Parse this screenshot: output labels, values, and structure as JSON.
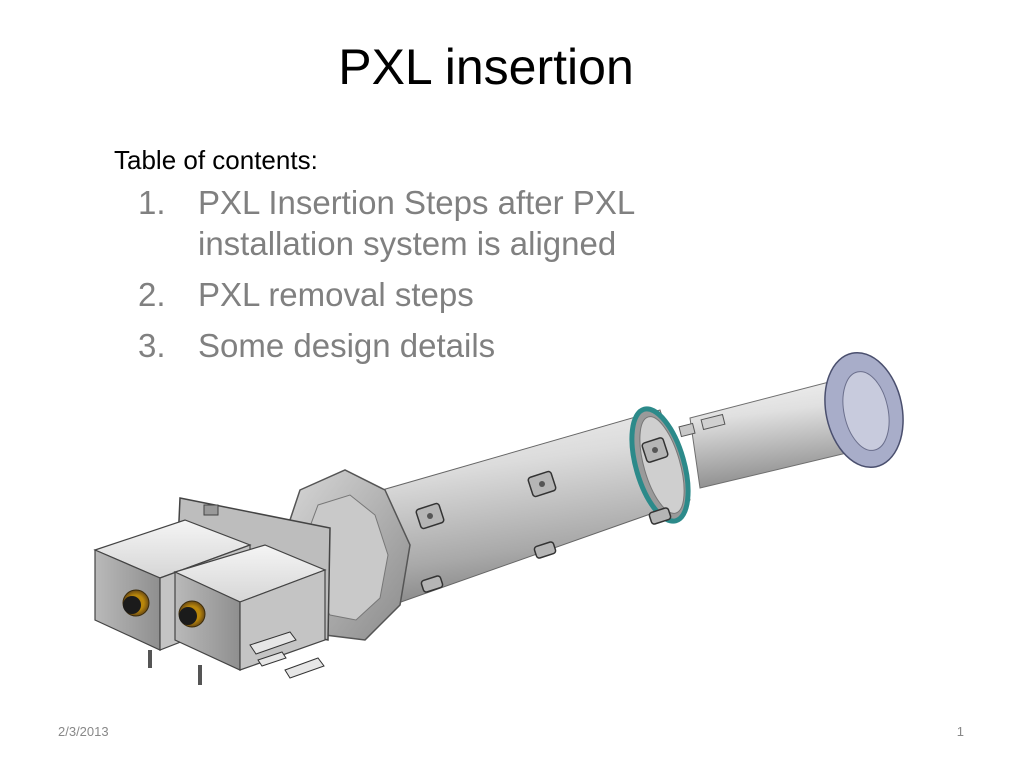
{
  "slide": {
    "title": "PXL insertion",
    "toc_heading": "Table of contents:",
    "toc_items": [
      {
        "number": "1.",
        "text": "PXL Insertion Steps after PXL installation system is aligned"
      },
      {
        "number": "2.",
        "text": "PXL removal steps"
      },
      {
        "number": "3.",
        "text": "Some design details"
      }
    ],
    "footer_date": "2/3/2013",
    "page_number": "1"
  }
}
